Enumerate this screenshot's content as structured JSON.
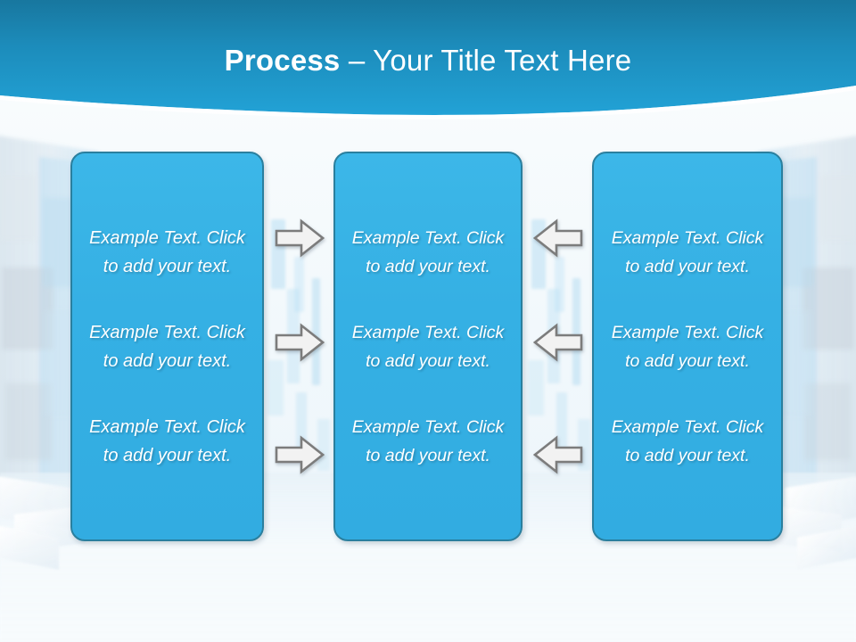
{
  "slide": {
    "title": {
      "strong": "Process",
      "light": " – Your Title Text Here"
    },
    "theme": {
      "header_top": "#1a7fab",
      "header_bottom": "#22a1d5",
      "box_fill": "#35b0e4",
      "box_border": "#2a7f9e",
      "text_color": "#ffffff",
      "arrow_fill": "#f0f0f0",
      "arrow_stroke": "#7d7d7d",
      "background": "#f6fbfd"
    },
    "columns": [
      {
        "id": "column-1",
        "items": [
          "Example Text. Click  to add your text.",
          "Example Text. Click  to add your text.",
          "Example Text. Click  to add your text."
        ]
      },
      {
        "id": "column-2",
        "items": [
          "Example Text. Click  to add your text.",
          "Example Text. Click  to add your text.",
          "Example Text. Click  to add your text."
        ]
      },
      {
        "id": "column-3",
        "items": [
          "Example Text. Click  to add your text.",
          "Example Text. Click  to add your text.",
          "Example Text. Click  to add your text."
        ]
      }
    ],
    "connectors": [
      {
        "id": "connector-1-2-row-1",
        "direction": "right"
      },
      {
        "id": "connector-1-2-row-2",
        "direction": "right"
      },
      {
        "id": "connector-1-2-row-3",
        "direction": "right"
      },
      {
        "id": "connector-3-2-row-1",
        "direction": "left"
      },
      {
        "id": "connector-3-2-row-2",
        "direction": "left"
      },
      {
        "id": "connector-3-2-row-3",
        "direction": "left"
      }
    ]
  }
}
